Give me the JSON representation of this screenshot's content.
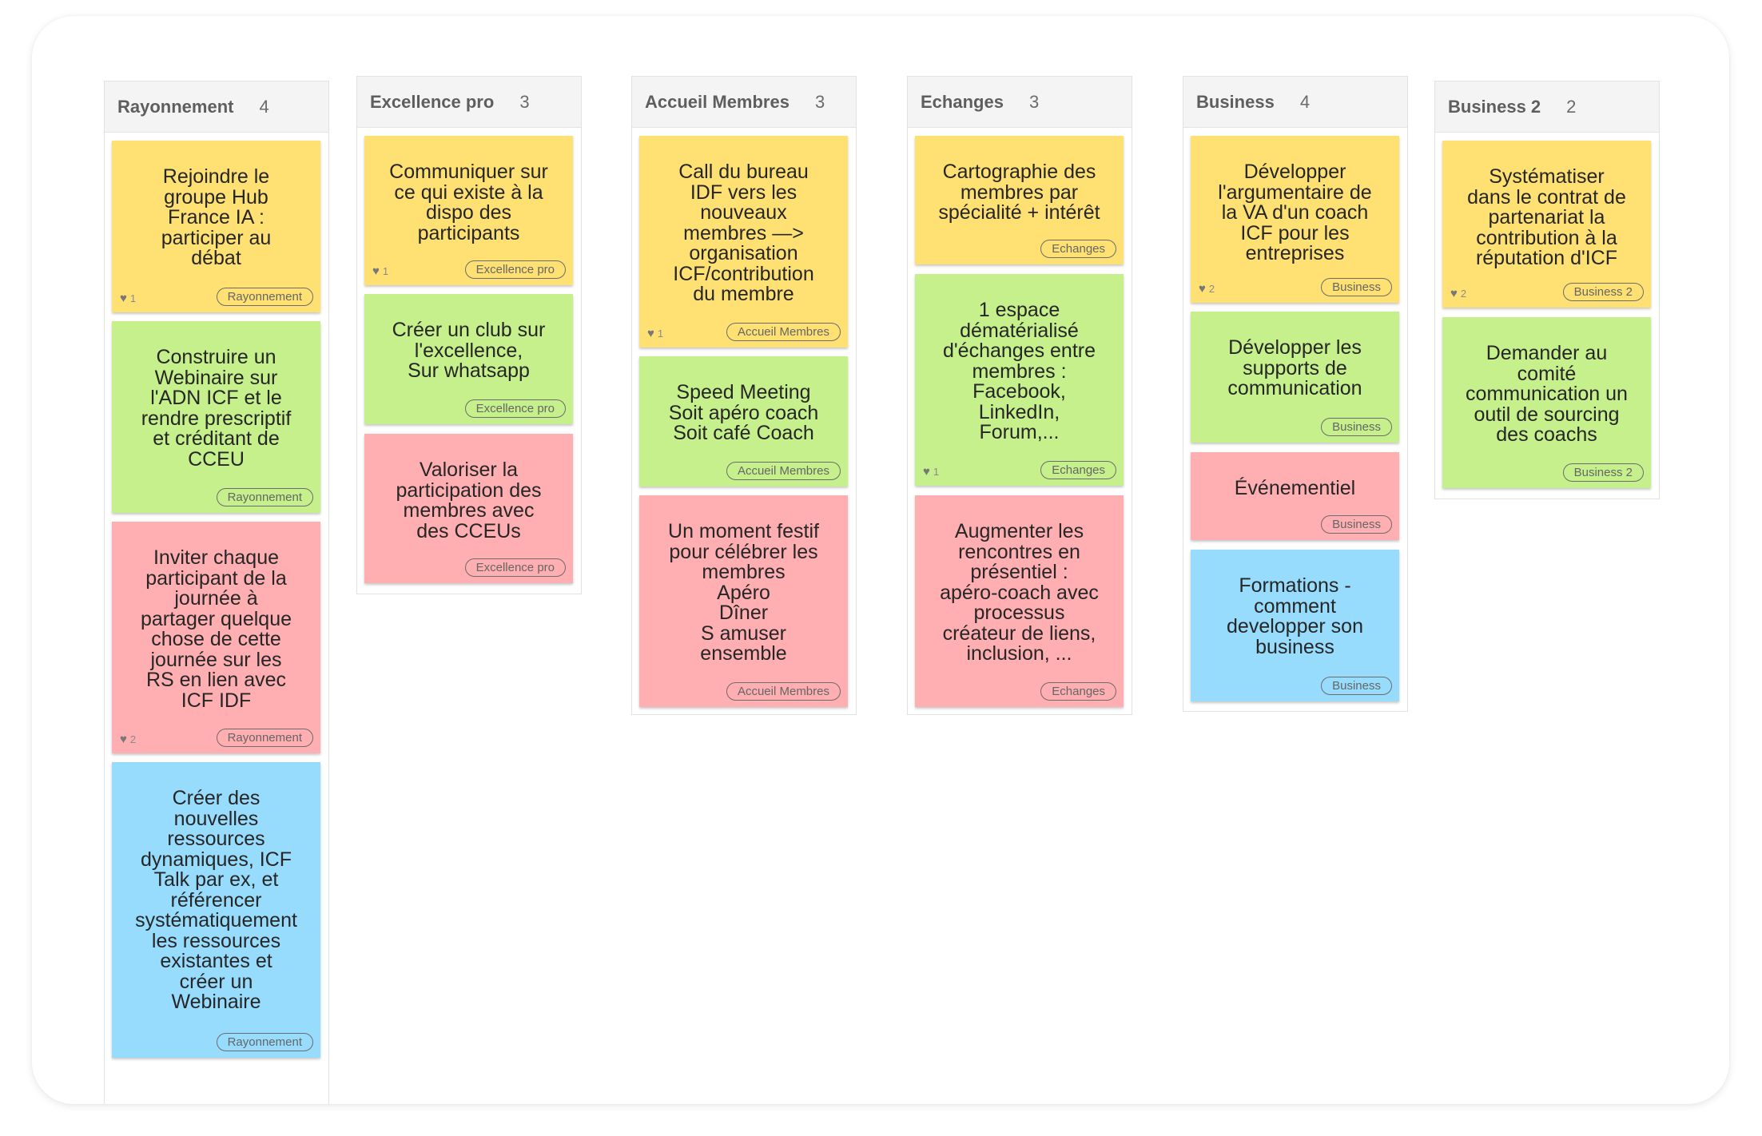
{
  "board": {
    "columns": [
      {
        "title": "Rayonnement",
        "count": "4",
        "cards": [
          {
            "text": "Rejoindre le\ngroupe Hub\nFrance IA :\nparticiper au\ndébat",
            "color": "yellow",
            "likes": "1",
            "tag": "Rayonnement"
          },
          {
            "text": "Construire un\nWebinaire sur\nl'ADN ICF et le\nrendre prescriptif\net créditant de\nCCEU",
            "color": "green",
            "likes": "",
            "tag": "Rayonnement"
          },
          {
            "text": "Inviter chaque\nparticipant de la\njournée à\npartager quelque\nchose de cette\njournée sur les\nRS en lien avec\nICF IDF",
            "color": "red",
            "likes": "2",
            "tag": "Rayonnement"
          },
          {
            "text": "Créer des\nnouvelles\nressources\ndynamiques, ICF\nTalk par ex, et\nréférencer\nsystématiquement\nles ressources\nexistantes et\ncréer un\nWebinaire",
            "color": "blue",
            "likes": "",
            "tag": "Rayonnement"
          }
        ]
      },
      {
        "title": "Excellence pro",
        "count": "3",
        "cards": [
          {
            "text": "Communiquer sur\nce qui existe à la\ndispo des\nparticipants",
            "color": "yellow",
            "likes": "1",
            "tag": "Excellence pro"
          },
          {
            "text": "Créer un club sur\nl'excellence,\nSur whatsapp",
            "color": "green",
            "likes": "",
            "tag": "Excellence pro"
          },
          {
            "text": "Valoriser la\nparticipation des\nmembres avec\ndes CCEUs",
            "color": "red",
            "likes": "",
            "tag": "Excellence pro"
          }
        ]
      },
      {
        "title": "Accueil Membres",
        "count": "3",
        "cards": [
          {
            "text": "Call du bureau\nIDF vers les\nnouveaux\nmembres —>\norganisation\nICF/contribution\ndu membre",
            "color": "yellow",
            "likes": "1",
            "tag": "Accueil Membres"
          },
          {
            "text": "Speed Meeting\nSoit apéro coach\nSoit café Coach",
            "color": "green",
            "likes": "",
            "tag": "Accueil Membres"
          },
          {
            "text": "Un moment festif\npour célébrer les\nmembres\nApéro\nDîner\nS amuser\nensemble",
            "color": "red",
            "likes": "",
            "tag": "Accueil Membres"
          }
        ]
      },
      {
        "title": "Echanges",
        "count": "3",
        "cards": [
          {
            "text": "Cartographie des\nmembres par\nspécialité + intérêt",
            "color": "yellow",
            "likes": "",
            "tag": "Echanges"
          },
          {
            "text": "1 espace\ndématérialisé\nd'échanges entre\nmembres :\nFacebook,\nLinkedIn,\nForum,...",
            "color": "green",
            "likes": "1",
            "tag": "Echanges"
          },
          {
            "text": "Augmenter les\nrencontres en\nprésentiel :\napéro-coach avec\nprocessus\ncréateur de liens,\ninclusion, ...",
            "color": "red",
            "likes": "",
            "tag": "Echanges"
          }
        ]
      },
      {
        "title": "Business",
        "count": "4",
        "cards": [
          {
            "text": "Développer\nl'argumentaire de\nla VA d'un coach\nICF pour les\nentreprises",
            "color": "yellow",
            "likes": "2",
            "tag": "Business"
          },
          {
            "text": "Développer les\nsupports de\ncommunication",
            "color": "green",
            "likes": "",
            "tag": "Business"
          },
          {
            "text": "Événementiel",
            "color": "red",
            "likes": "",
            "tag": "Business"
          },
          {
            "text": "Formations -\ncomment\ndevelopper son\nbusiness",
            "color": "blue",
            "likes": "",
            "tag": "Business"
          }
        ]
      },
      {
        "title": "Business 2",
        "count": "2",
        "cards": [
          {
            "text": "Systématiser\ndans le contrat de\npartenariat la\ncontribution à la\nréputation d'ICF",
            "color": "yellow",
            "likes": "2",
            "tag": "Business 2"
          },
          {
            "text": "Demander au\ncomité\ncommunication un\noutil de sourcing\ndes coachs",
            "color": "green",
            "likes": "",
            "tag": "Business 2"
          }
        ]
      }
    ]
  },
  "icons": {
    "like": "heart-icon"
  },
  "colors": {
    "yellow": "#ffe173",
    "green": "#c6f08c",
    "red": "#ffaeb1",
    "blue": "#97dcfd"
  }
}
